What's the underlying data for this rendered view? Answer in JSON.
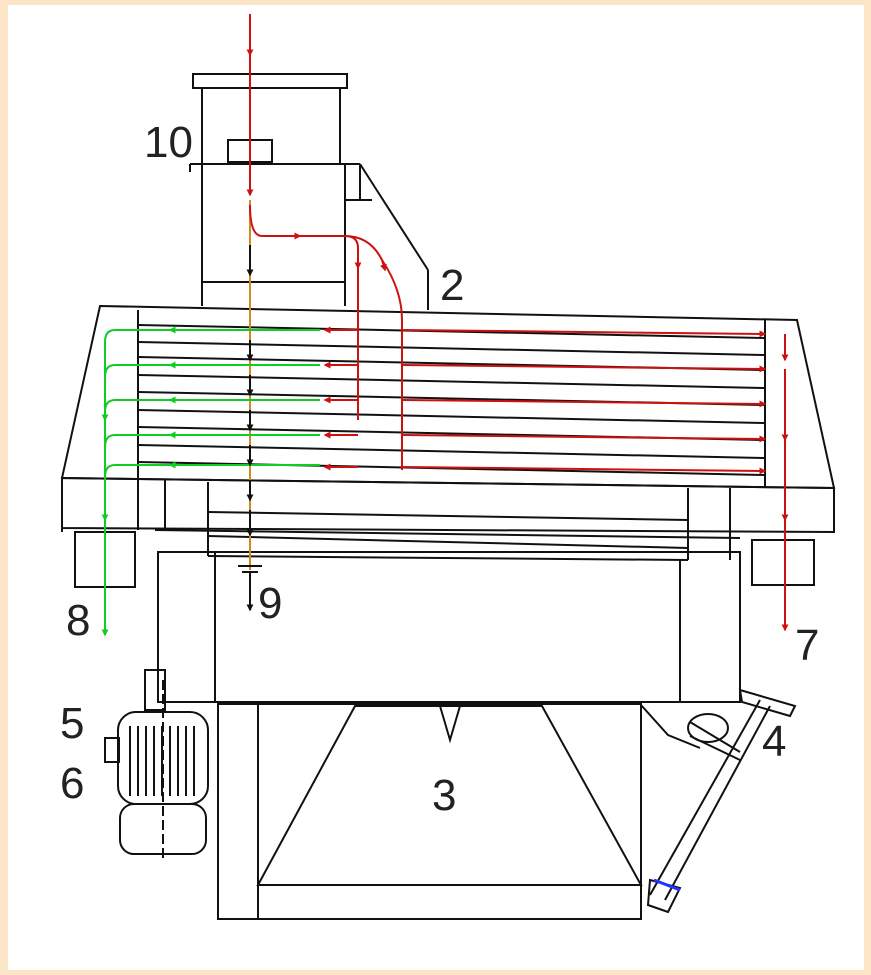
{
  "diagram": {
    "callouts": {
      "label_10": "10",
      "label_2": "2",
      "label_8": "8",
      "label_9": "9",
      "label_7": "7",
      "label_5": "5",
      "label_6": "6",
      "label_4": "4",
      "label_3": "3"
    },
    "colors": {
      "background_border": "#fce4c7",
      "canvas": "#ffffff",
      "outline": "#111111",
      "flow_red": "#cc1111",
      "flow_green": "#11cc22",
      "flow_black": "#111111",
      "shaft": "#d08a20",
      "accent_blue": "#2233ff"
    }
  }
}
